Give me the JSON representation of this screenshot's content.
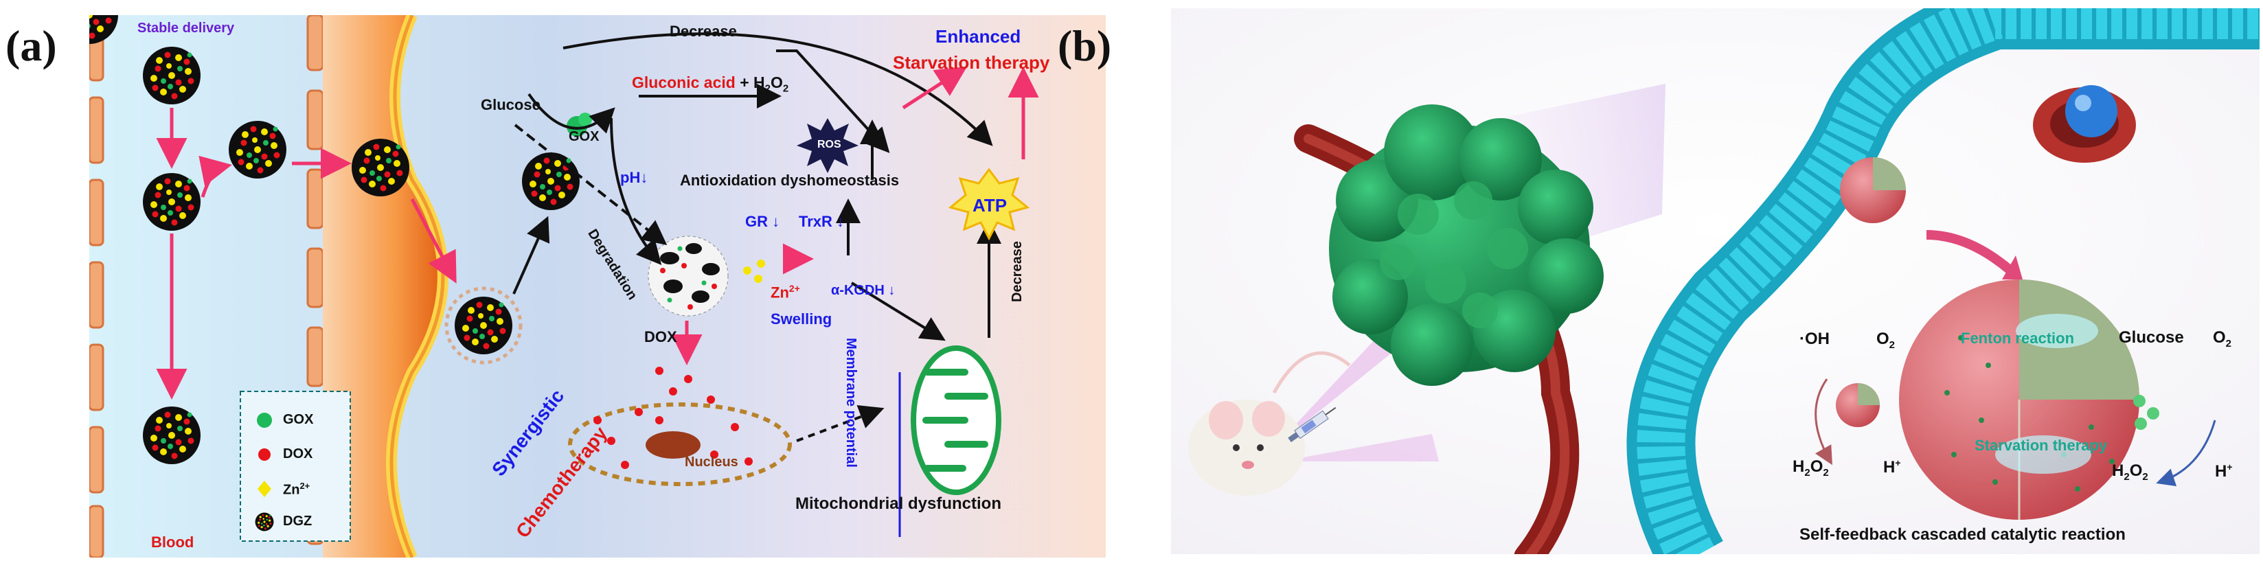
{
  "panel_a": {
    "label": "(a)",
    "stable_delivery": "Stable delivery",
    "blood": "Blood",
    "decrease_top": "Decrease",
    "glucose": "Glucose",
    "gox_enzyme": "GOX",
    "gluconic_acid": "Gluconic acid",
    "h2o2_plus": "+ H",
    "h2o2_tail": "O",
    "ros": "ROS",
    "enhanced": "Enhanced",
    "starvation_therapy": "Starvation therapy",
    "ph_down": "pH",
    "antioxidation": "Antioxidation dyshomeostasis",
    "degradation": "Degradation",
    "gr": "GR",
    "trxr": "TrxR",
    "atp": "ATP",
    "zn": "Zn",
    "zn_sup": "2+",
    "alpha_kgdh": "α-KGDH",
    "swelling": "Swelling",
    "decrease_right": "Decrease",
    "dox": "DOX",
    "membrane_potential": "Membrane potential",
    "synergistic": "Synergistic",
    "chemotherapy": "Chemotherapy",
    "nucleus": "Nucleus",
    "mito_dysfunction": "Mitochondrial dysfunction",
    "legend": [
      {
        "key": "gox",
        "label": "GOX",
        "color": "#1fb85a"
      },
      {
        "key": "dox",
        "label": "DOX",
        "color": "#e8141c"
      },
      {
        "key": "zn",
        "label": "Zn",
        "sup": "2+",
        "color": "#f5e400"
      },
      {
        "key": "dgz",
        "label": "DGZ",
        "color": "#111111"
      }
    ],
    "colors": {
      "arrow_pink": "#f0346e",
      "text_blue": "#1a1ae6",
      "text_red": "#e01818",
      "text_purple": "#6a1fd0"
    }
  },
  "panel_b": {
    "label": "(b)",
    "oh": "·OH",
    "o2_left": "O",
    "h2o2_left": "H",
    "h_plus_left": "H",
    "fenton": "Fenton reaction",
    "starvation": "Starvation therapy",
    "glucose": "Glucose",
    "o2_right": "O",
    "h2o2_right": "H",
    "h_plus_right": "H",
    "caption": "Self-feedback cascaded catalytic reaction",
    "colors": {
      "vessel": "#22c4dc",
      "tumor": "#1f9a5a",
      "artery": "#8e1e1a",
      "sphere": "#d8606a"
    }
  }
}
